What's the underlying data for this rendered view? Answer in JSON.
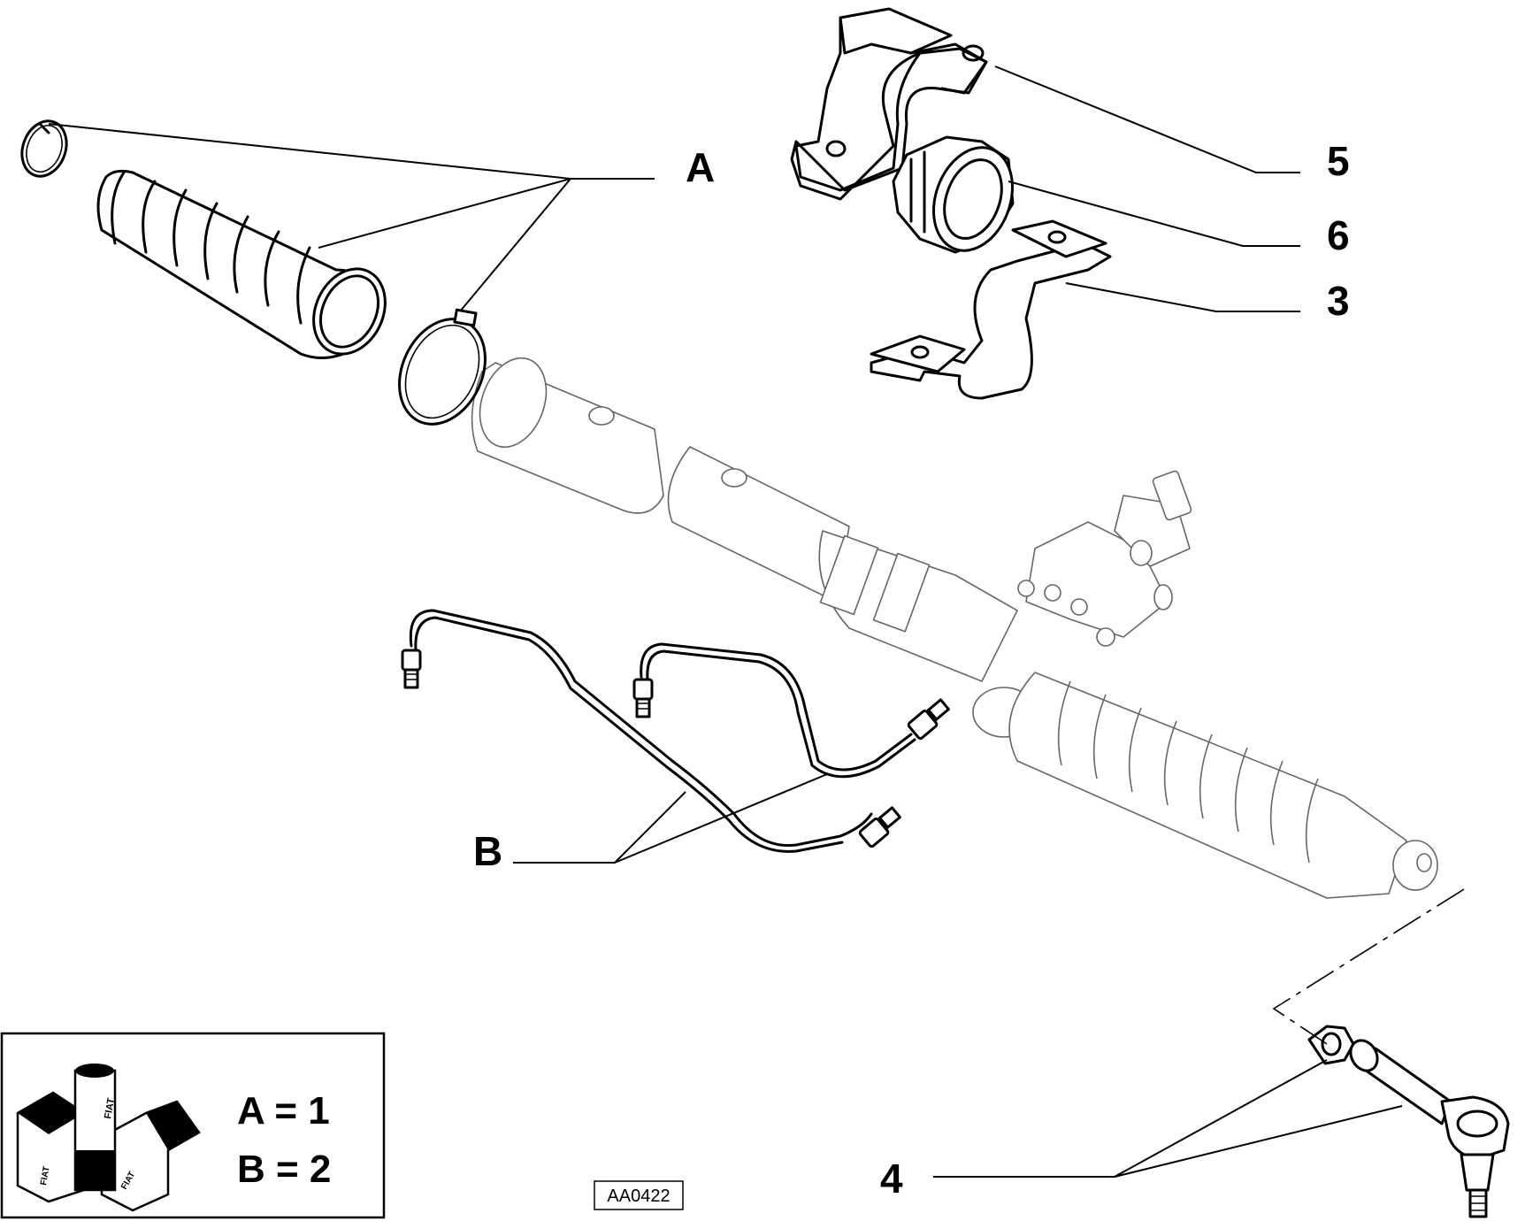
{
  "callouts": {
    "A": "A",
    "B": "B",
    "p5": "5",
    "p6": "6",
    "p3": "3",
    "p4": "4"
  },
  "legend": {
    "line1": "A = 1",
    "line2": "B = 2",
    "logo_word": "FIAT"
  },
  "drawing_code": "AA0422",
  "icons": [
    "boot-clamp-small",
    "bellows-boot",
    "boot-clamp-large",
    "mounting-bracket",
    "rubber-bushing",
    "retaining-strap",
    "steering-rack",
    "hydraulic-pipes",
    "hex-nut",
    "tie-rod-end",
    "kit-logo"
  ]
}
